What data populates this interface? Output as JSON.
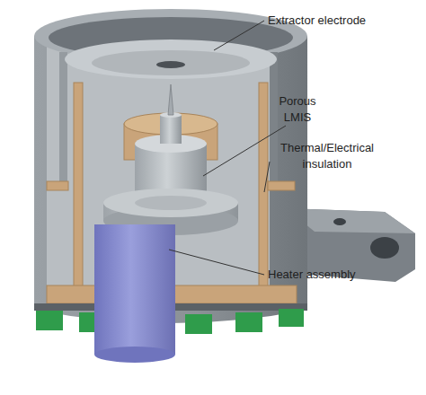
{
  "diagram": {
    "labels": [
      "Extractor electrode",
      "Porous LMIS",
      "Thermal/Electrical insulation",
      "Heater assembly"
    ]
  }
}
